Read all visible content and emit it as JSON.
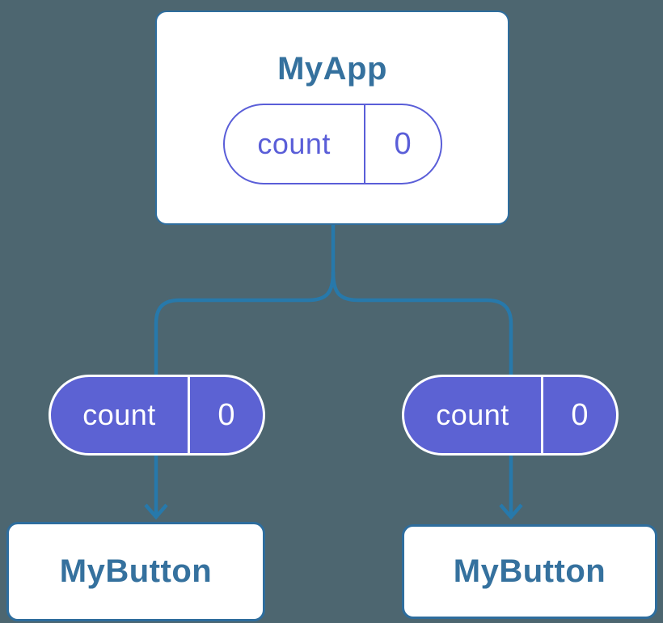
{
  "diagram": {
    "root": {
      "title": "MyApp",
      "state": {
        "label": "count",
        "value": "0"
      }
    },
    "children": [
      {
        "title": "MyButton",
        "state": {
          "label": "count",
          "value": "0"
        }
      },
      {
        "title": "MyButton",
        "state": {
          "label": "count",
          "value": "0"
        }
      }
    ],
    "colors": {
      "background": "#4d6670",
      "connector_line": "#2779ab",
      "card_border": "#2e6d9d",
      "heading_text": "#35719e",
      "pill_fill": "#5c62d3",
      "pill_outline": "#5a5ed8",
      "card_fill": "#ffffff"
    }
  }
}
